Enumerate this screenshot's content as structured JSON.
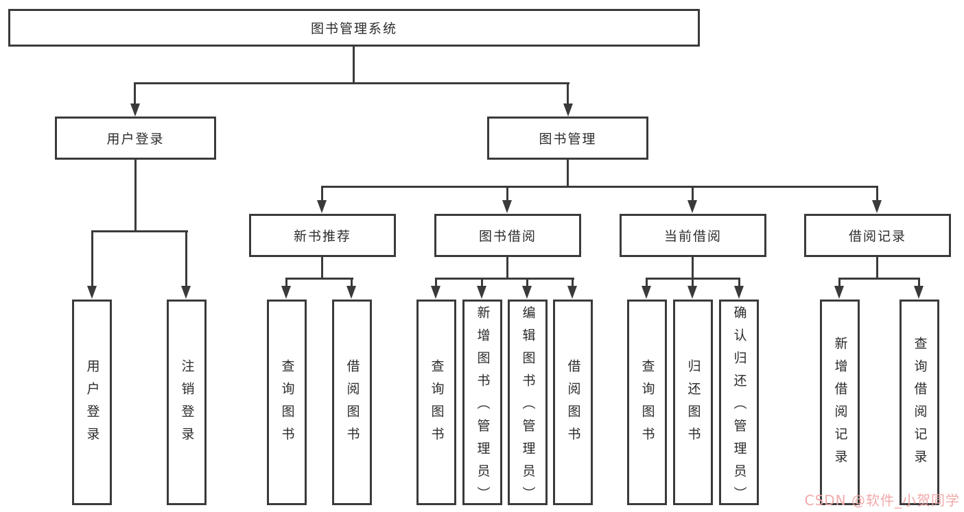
{
  "tree": {
    "root": {
      "label": "图书管理系统",
      "children": [
        {
          "label": "用户登录",
          "children": [
            {
              "label": "用户登录"
            },
            {
              "label": "注销登录"
            }
          ]
        },
        {
          "label": "图书管理",
          "children": [
            {
              "label": "新书推荐",
              "children": [
                {
                  "label": "查询图书"
                },
                {
                  "label": "借阅图书"
                }
              ]
            },
            {
              "label": "图书借阅",
              "children": [
                {
                  "label": "查询图书"
                },
                {
                  "label": "新增图书（管理员）"
                },
                {
                  "label": "编辑图书（管理员）"
                },
                {
                  "label": "借阅图书"
                }
              ]
            },
            {
              "label": "当前借阅",
              "children": [
                {
                  "label": "查询图书"
                },
                {
                  "label": "归还图书"
                },
                {
                  "label": "确认归还（管理员）"
                }
              ]
            },
            {
              "label": "借阅记录",
              "children": [
                {
                  "label": "新增借阅记录"
                },
                {
                  "label": "查询借阅记录"
                }
              ]
            }
          ]
        }
      ]
    }
  },
  "watermark": {
    "text": "CSDN @软件_小贺同学",
    "color": "#f0a5a5"
  },
  "colors": {
    "background": "#ffffff",
    "box_border": "#3a3a3a",
    "connector_line": "#3a3a3a",
    "text": "#2b2b2b"
  }
}
